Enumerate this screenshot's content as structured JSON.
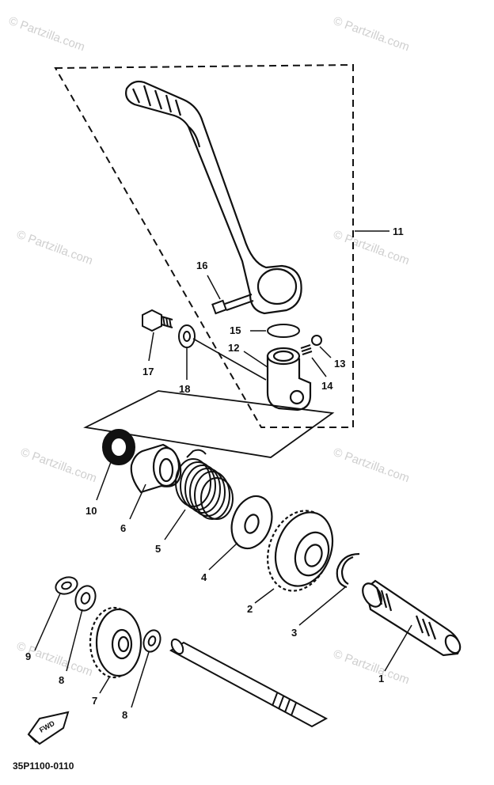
{
  "watermark": "© Partzilla.com",
  "diagram_code": "35P1100-0110",
  "fwd_label": "FWD",
  "labels": {
    "p1": "1",
    "p2": "2",
    "p3": "3",
    "p4": "4",
    "p5": "5",
    "p6": "6",
    "p7": "7",
    "p8a": "8",
    "p8b": "8",
    "p9": "9",
    "p10": "10",
    "p11": "11",
    "p12": "12",
    "p13": "13",
    "p14": "14",
    "p15": "15",
    "p16": "16",
    "p17": "17",
    "p18": "18"
  }
}
